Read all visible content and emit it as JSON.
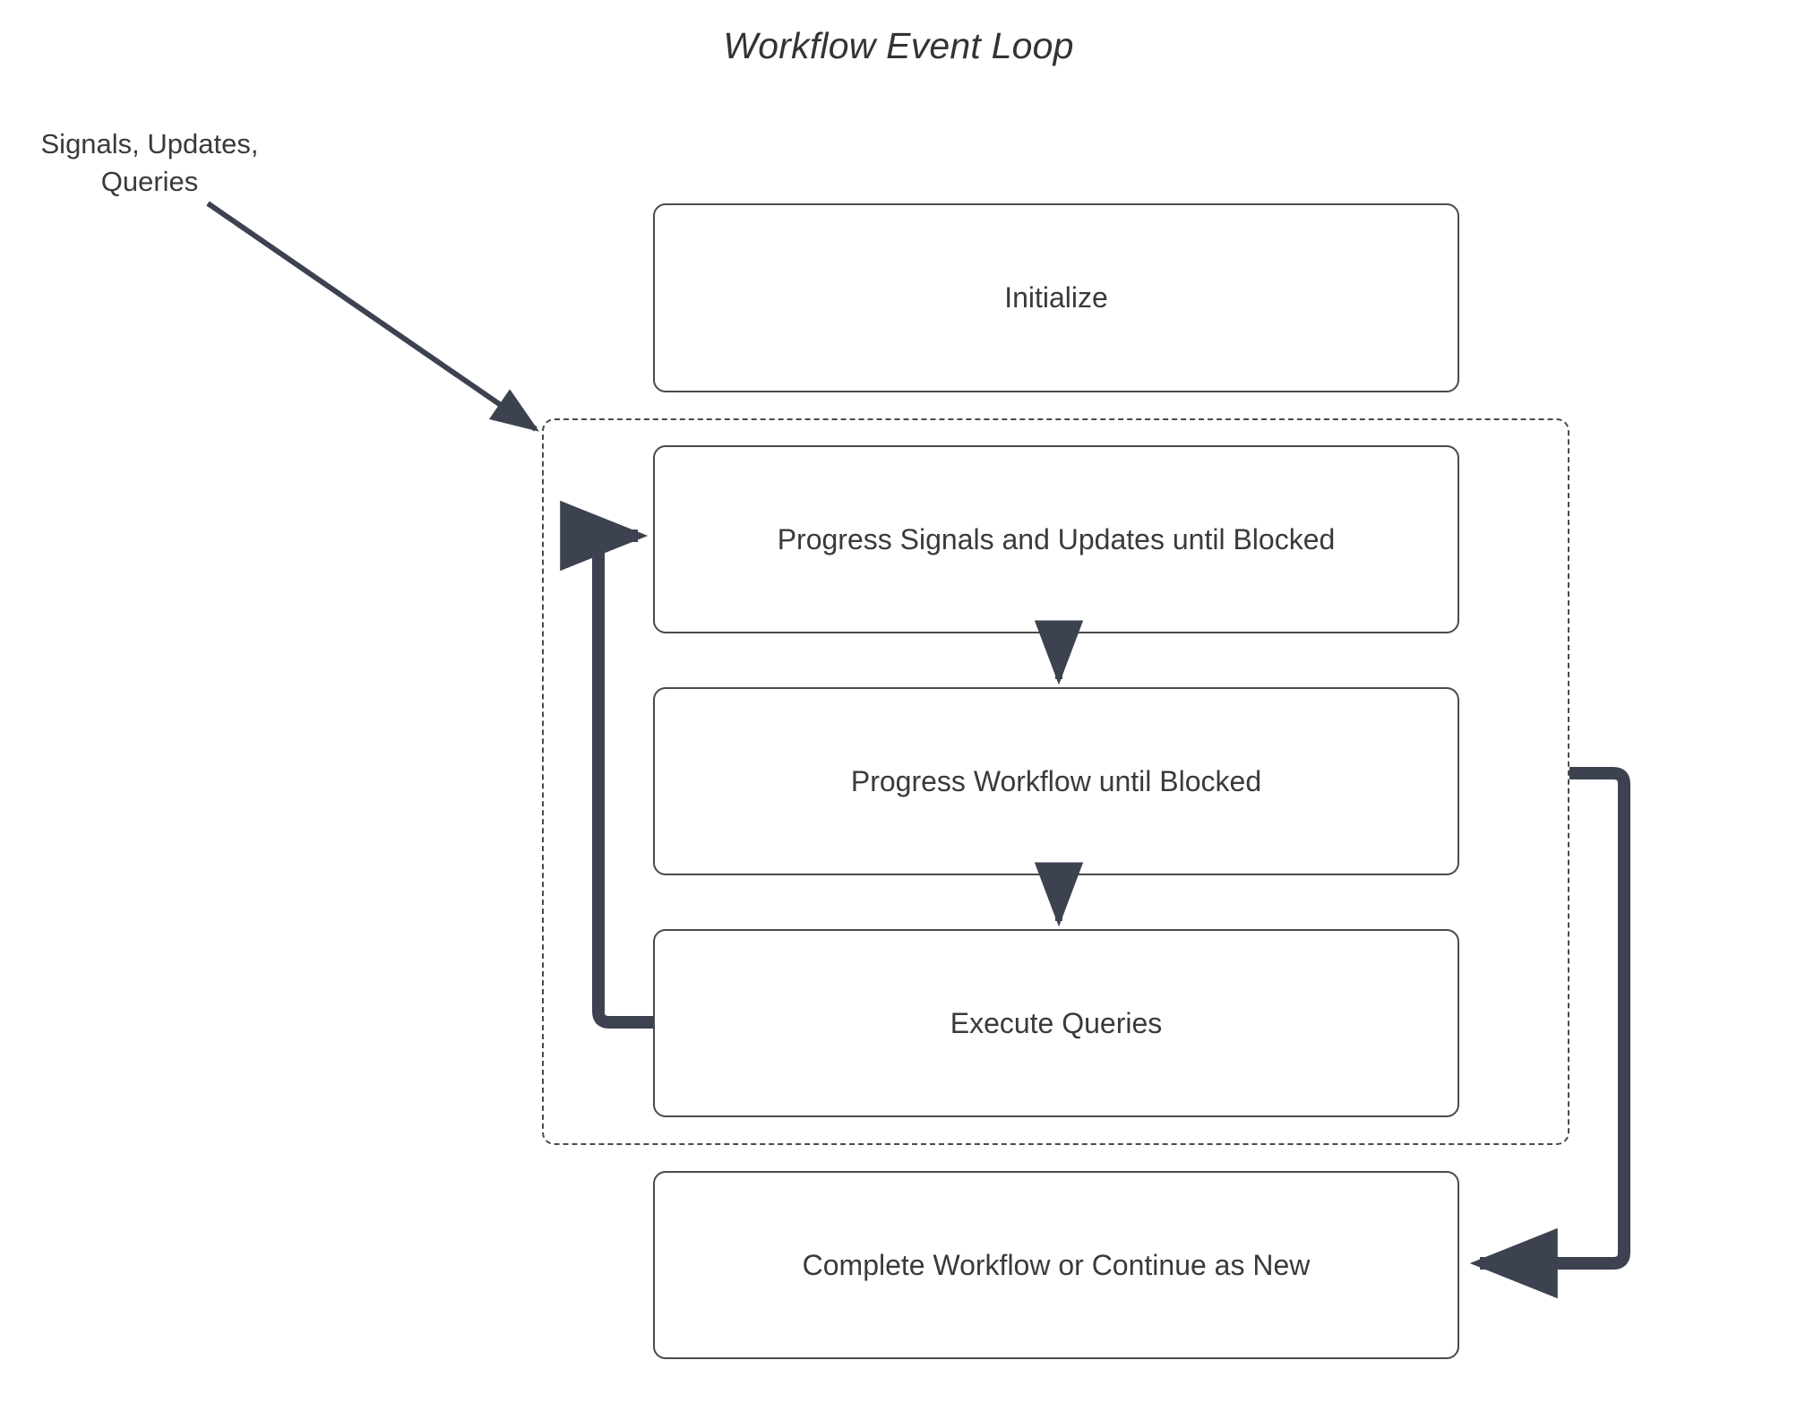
{
  "diagram": {
    "title": "Workflow Event Loop",
    "external_input_label": "Signals, Updates,\nQueries",
    "colors": {
      "node_border": "#4a4a4a",
      "node_text": "#3a3a3a",
      "connector": "#3c4250",
      "thin_connector": "#3c4250",
      "background": "#ffffff",
      "dashed_border": "#4a4a4a"
    },
    "nodes": [
      {
        "id": "initialize",
        "label": "Initialize"
      },
      {
        "id": "progress-signals",
        "label": "Progress Signals and Updates until Blocked"
      },
      {
        "id": "progress-workflow",
        "label": "Progress Workflow until Blocked"
      },
      {
        "id": "execute-queries",
        "label": "Execute Queries"
      },
      {
        "id": "complete-workflow",
        "label": "Complete Workflow or Continue as New"
      }
    ],
    "loop_group": {
      "id": "event-loop-group",
      "members": [
        "progress-signals",
        "progress-workflow",
        "execute-queries"
      ],
      "border_style": "dashed"
    },
    "edges": [
      {
        "id": "external-to-loop",
        "from": "Signals, Updates, Queries",
        "to": "event-loop-group",
        "style": "thin-diagonal-arrow"
      },
      {
        "id": "signals-to-workflow",
        "from": "progress-signals",
        "to": "progress-workflow",
        "style": "thin-down-arrow"
      },
      {
        "id": "workflow-to-queries",
        "from": "progress-workflow",
        "to": "execute-queries",
        "style": "thin-down-arrow"
      },
      {
        "id": "queries-back-to-signals",
        "from": "execute-queries",
        "to": "progress-signals",
        "style": "thick-left-loop-arrow"
      },
      {
        "id": "loop-to-complete",
        "from": "event-loop-group",
        "to": "complete-workflow",
        "style": "thick-right-loop-arrow"
      }
    ]
  }
}
